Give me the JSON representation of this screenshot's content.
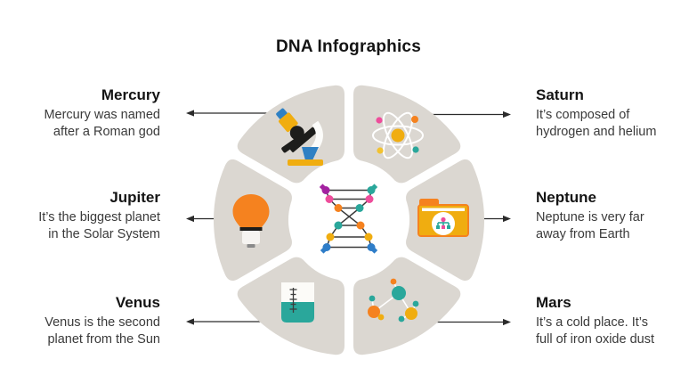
{
  "title": "DNA Infographics",
  "center_icon": "dna-helix-icon",
  "items": [
    {
      "id": "mercury",
      "side": "left",
      "title": "Mercury",
      "description_lines": [
        "Mercury was named",
        "after a Roman god"
      ],
      "icon": "microscope-icon"
    },
    {
      "id": "jupiter",
      "side": "left",
      "title": "Jupiter",
      "description_lines": [
        "It’s the biggest planet",
        "in the Solar System"
      ],
      "icon": "lightbulb-icon"
    },
    {
      "id": "venus",
      "side": "left",
      "title": "Venus",
      "description_lines": [
        "Venus is the second",
        "planet from the Sun"
      ],
      "icon": "beaker-icon"
    },
    {
      "id": "saturn",
      "side": "right",
      "title": "Saturn",
      "description_lines": [
        "It’s composed of",
        "hydrogen and helium"
      ],
      "icon": "atom-icon"
    },
    {
      "id": "neptune",
      "side": "right",
      "title": "Neptune",
      "description_lines": [
        "Neptune is very far",
        "away from Earth"
      ],
      "icon": "folder-icon"
    },
    {
      "id": "mars",
      "side": "right",
      "title": "Mars",
      "description_lines": [
        "It’s a cold place. It’s",
        "full of iron oxide dust"
      ],
      "icon": "molecule-icon"
    }
  ],
  "colors": {
    "background": "#ffffff",
    "segment": "#dbd7d1",
    "text_heading": "#141414",
    "text_body": "#3a3a3a",
    "arrow": "#2b2b2b",
    "orange": "#f5821f",
    "golden": "#f0ad10",
    "teal": "#2aa79b",
    "pink": "#ee4d9b",
    "purple": "#a322a0",
    "blue": "#2e7dc8",
    "microscope_blue": "#2f80c3",
    "dark": "#1d1d1b",
    "white": "#ffffff"
  }
}
